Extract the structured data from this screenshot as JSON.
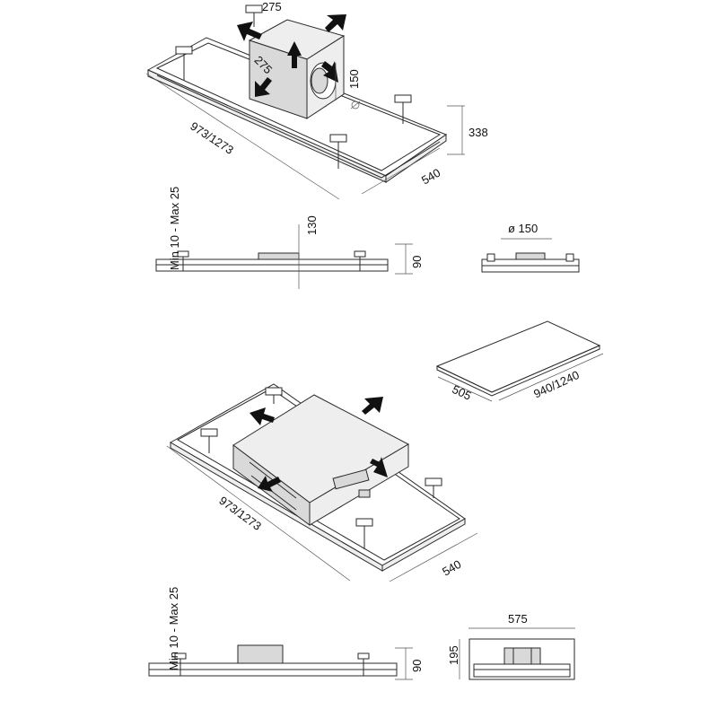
{
  "labels": {
    "duct_w": "275",
    "duct_d": "275",
    "duct_dia": "150",
    "dia_symbol": "ø",
    "length_1": "973/1273",
    "depth_1": "540",
    "height_1": "338",
    "min_max_1": "Min 10 - Max 25",
    "height_130": "130",
    "height_90_a": "90",
    "dia_150": "ø 150",
    "cut_depth": "505",
    "cut_length": "940/1240",
    "length_2": "973/1273",
    "depth_2": "540",
    "min_max_2": "Min 10 - Max 25",
    "height_90_b": "90",
    "width_575": "575",
    "height_195": "195"
  },
  "colors": {
    "line": "#2a2a2a",
    "fill_light": "#eeeeee",
    "fill_mid": "#d9d9d9",
    "arrow": "#111111"
  }
}
